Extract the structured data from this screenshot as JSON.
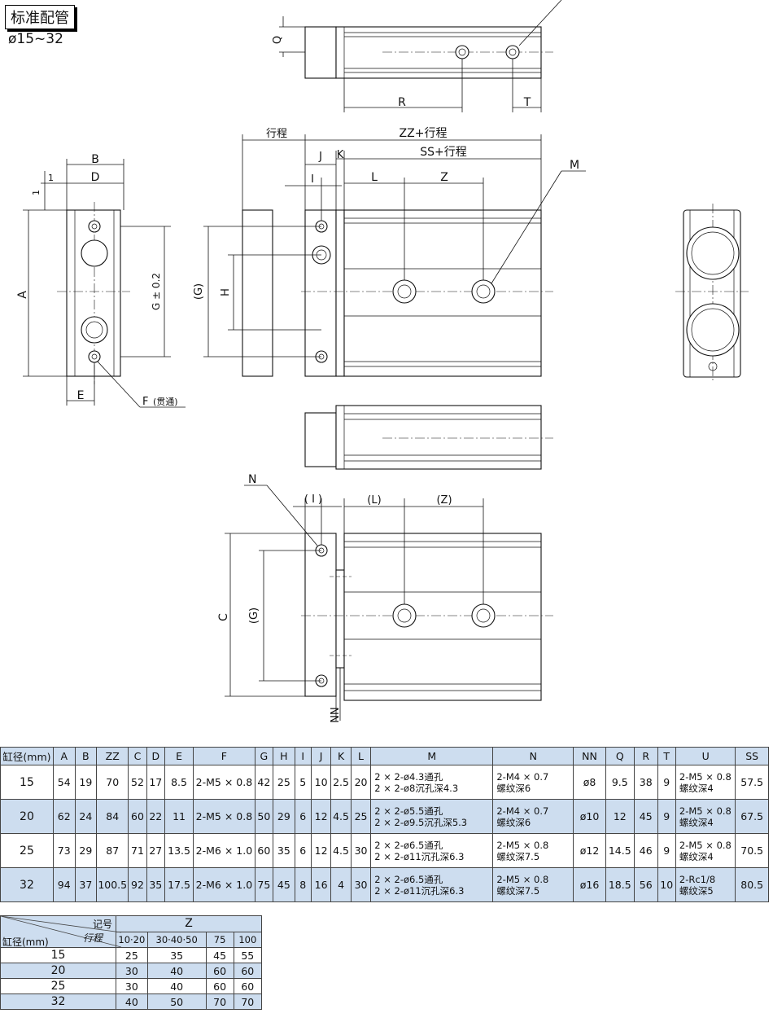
{
  "header": {
    "title": "标准配管",
    "range": "ø15~32"
  },
  "drawing_labels": {
    "Q": "Q",
    "R": "R",
    "T": "T",
    "stroke": "行程",
    "zz": "ZZ+行程",
    "ss": "SS+行程",
    "J": "J",
    "K": "K",
    "I": "I",
    "L": "L",
    "Z": "Z",
    "M": "M",
    "B": "B",
    "D": "D",
    "one_a": "1",
    "one_b": "1",
    "A": "A",
    "G": "G ± 0.2",
    "E": "E",
    "F": "F",
    "F_note": "(贯通)",
    "G_paren": "(G)",
    "H": "H",
    "N": "N",
    "I_paren": "( I )",
    "L_paren": "(L)",
    "Z_paren": "(Z)",
    "C": "C",
    "G_paren2": "(G)",
    "NN": "NN"
  },
  "main_table": {
    "columns": [
      "缸径(mm)",
      "A",
      "B",
      "ZZ",
      "C",
      "D",
      "E",
      "F",
      "G",
      "H",
      "I",
      "J",
      "K",
      "L",
      "M",
      "N",
      "NN",
      "Q",
      "R",
      "T",
      "U",
      "SS"
    ],
    "rows": [
      [
        "15",
        "54",
        "19",
        "70",
        "52",
        "17",
        "8.5",
        "2-M5 × 0.8",
        "42",
        "25",
        "5",
        "10",
        "2.5",
        "20",
        "2 × 2-ø4.3通孔\n2 × 2-ø8沉孔深4.3",
        "2-M4 × 0.7\n螺纹深6",
        "ø8",
        "9.5",
        "38",
        "9",
        "2-M5 × 0.8\n螺纹深4",
        "57.5"
      ],
      [
        "20",
        "62",
        "24",
        "84",
        "60",
        "22",
        "11",
        "2-M5 × 0.8",
        "50",
        "29",
        "6",
        "12",
        "4.5",
        "25",
        "2 × 2-ø5.5通孔\n2 × 2-ø9.5沉孔深5.3",
        "2-M4 × 0.7\n螺纹深6",
        "ø10",
        "12",
        "45",
        "9",
        "2-M5 × 0.8\n螺纹深4",
        "67.5"
      ],
      [
        "25",
        "73",
        "29",
        "87",
        "71",
        "27",
        "13.5",
        "2-M6 × 1.0",
        "60",
        "35",
        "6",
        "12",
        "4.5",
        "30",
        "2 × 2-ø6.5通孔\n2 × 2-ø11沉孔深6.3",
        "2-M5 × 0.8\n螺纹深7.5",
        "ø12",
        "14.5",
        "46",
        "9",
        "2-M5 × 0.8\n螺纹深4",
        "70.5"
      ],
      [
        "32",
        "94",
        "37",
        "100.5",
        "92",
        "35",
        "17.5",
        "2-M6 × 1.0",
        "75",
        "45",
        "8",
        "16",
        "4",
        "30",
        "2 × 2-ø6.5通孔\n2 × 2-ø11沉孔深6.3",
        "2-M5 × 0.8\n螺纹深7.5",
        "ø16",
        "18.5",
        "56",
        "10",
        "2-Rc1/8\n螺纹深5",
        "80.5"
      ]
    ]
  },
  "z_table": {
    "corner_top": "记号",
    "corner_mid": "行程",
    "corner_bottom": "缸径(mm)",
    "group": "Z",
    "strokes": [
      "10·20",
      "30·40·50",
      "75",
      "100"
    ],
    "rows": [
      [
        "15",
        "25",
        "35",
        "45",
        "55"
      ],
      [
        "20",
        "30",
        "40",
        "60",
        "60"
      ],
      [
        "25",
        "30",
        "40",
        "60",
        "60"
      ],
      [
        "32",
        "40",
        "50",
        "70",
        "70"
      ]
    ]
  }
}
